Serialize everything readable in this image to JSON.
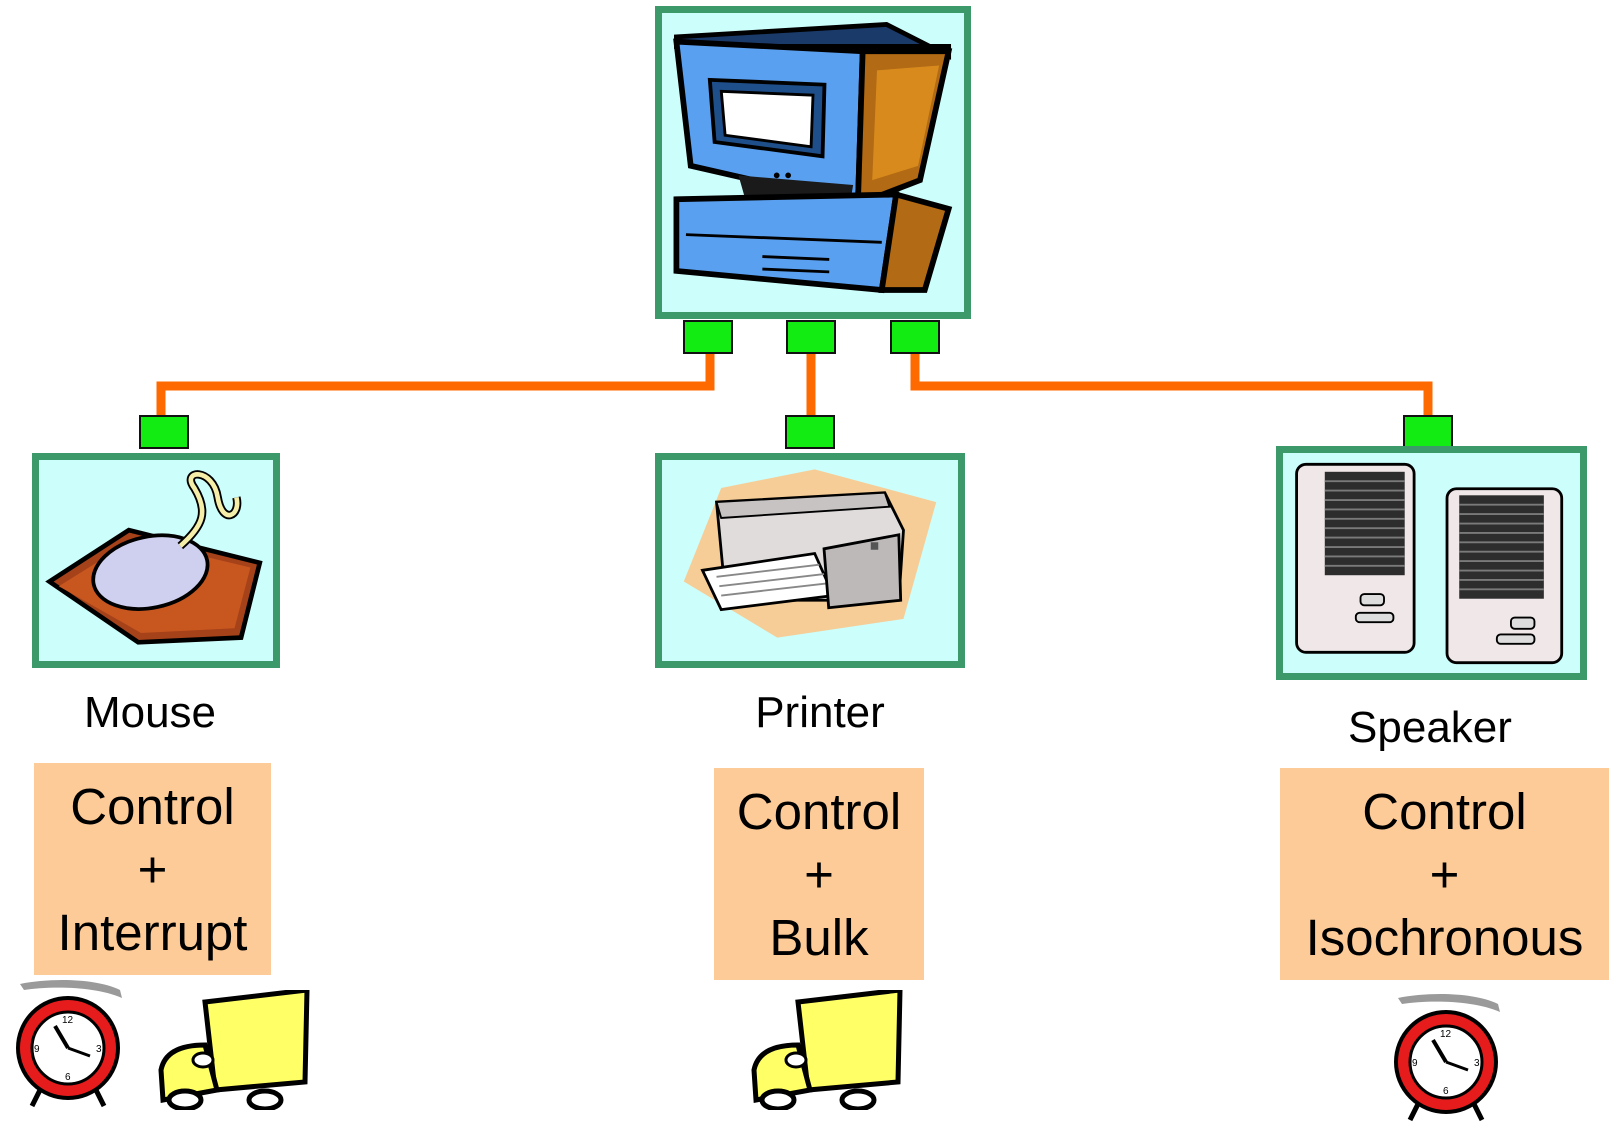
{
  "devices": [
    {
      "name": "Mouse",
      "transfer": [
        "Control",
        "+",
        "Interrupt"
      ],
      "icons": [
        "alarm-clock-icon",
        "truck-icon"
      ]
    },
    {
      "name": "Printer",
      "transfer": [
        "Control",
        "+",
        "Bulk"
      ],
      "icons": [
        "truck-icon"
      ]
    },
    {
      "name": "Speaker",
      "transfer": [
        "Control",
        "+",
        "Isochronous"
      ],
      "icons": [
        "alarm-clock-icon"
      ]
    }
  ],
  "host_icon": "computer-icon",
  "colors": {
    "frame_border": "#3c9a6a",
    "frame_fill": "#ccfefc",
    "port": "#12ec12",
    "cable": "#ff6a00",
    "transfer_box": "#fdcb98"
  }
}
